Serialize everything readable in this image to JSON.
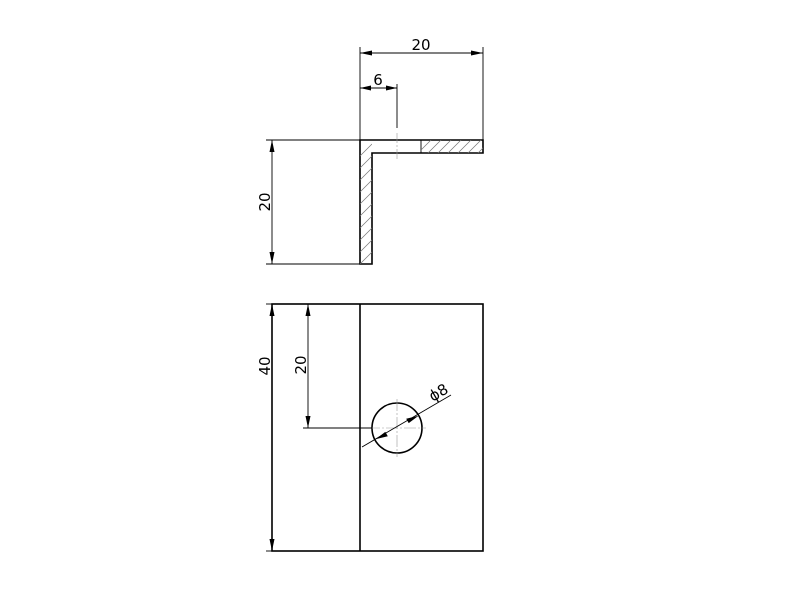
{
  "drawing": {
    "colors": {
      "line": "#000000",
      "centerline": "#9a9a9a",
      "hatch": "#777777",
      "background": "#ffffff"
    },
    "top_view": {
      "dims": {
        "width": "20",
        "offset": "6",
        "height": "20"
      }
    },
    "front_view": {
      "dims": {
        "height": "40",
        "hole_offset": "20",
        "hole_diameter": "ϕ8"
      }
    }
  }
}
